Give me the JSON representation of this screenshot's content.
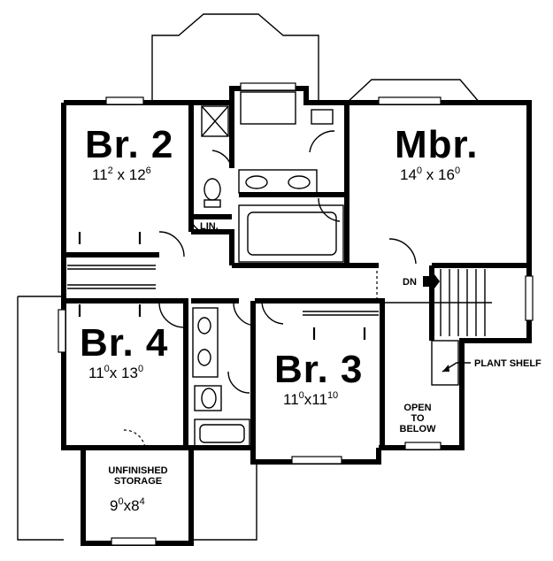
{
  "rooms": {
    "br2": {
      "name": "Br. 2",
      "dim_w": "11",
      "dim_w_sup": "2",
      "dim_sep": "x",
      "dim_h": "12",
      "dim_h_sup": "6"
    },
    "mbr": {
      "name": "Mbr.",
      "dim_w": "14",
      "dim_w_sup": "0",
      "dim_sep": "x",
      "dim_h": "16",
      "dim_h_sup": "0"
    },
    "br4": {
      "name": "Br. 4",
      "dim_w": "11",
      "dim_w_sup": "0",
      "dim_sep": "x",
      "dim_h": "13",
      "dim_h_sup": "0"
    },
    "br3": {
      "name": "Br. 3",
      "dim_w": "11",
      "dim_w_sup": "0",
      "dim_sep": "x",
      "dim_h": "11",
      "dim_h_sup": "10"
    },
    "storage": {
      "line1": "UNFINISHED",
      "line2": "STORAGE",
      "dim_w": "9",
      "dim_w_sup": "0",
      "dim_sep": "x",
      "dim_h": "8",
      "dim_h_sup": "4"
    }
  },
  "labels": {
    "linen": "LIN.",
    "down": "DN",
    "plant_shelf": "PLANT SHELF",
    "open_line1": "OPEN",
    "open_line2": "TO",
    "open_line3": "BELOW"
  }
}
